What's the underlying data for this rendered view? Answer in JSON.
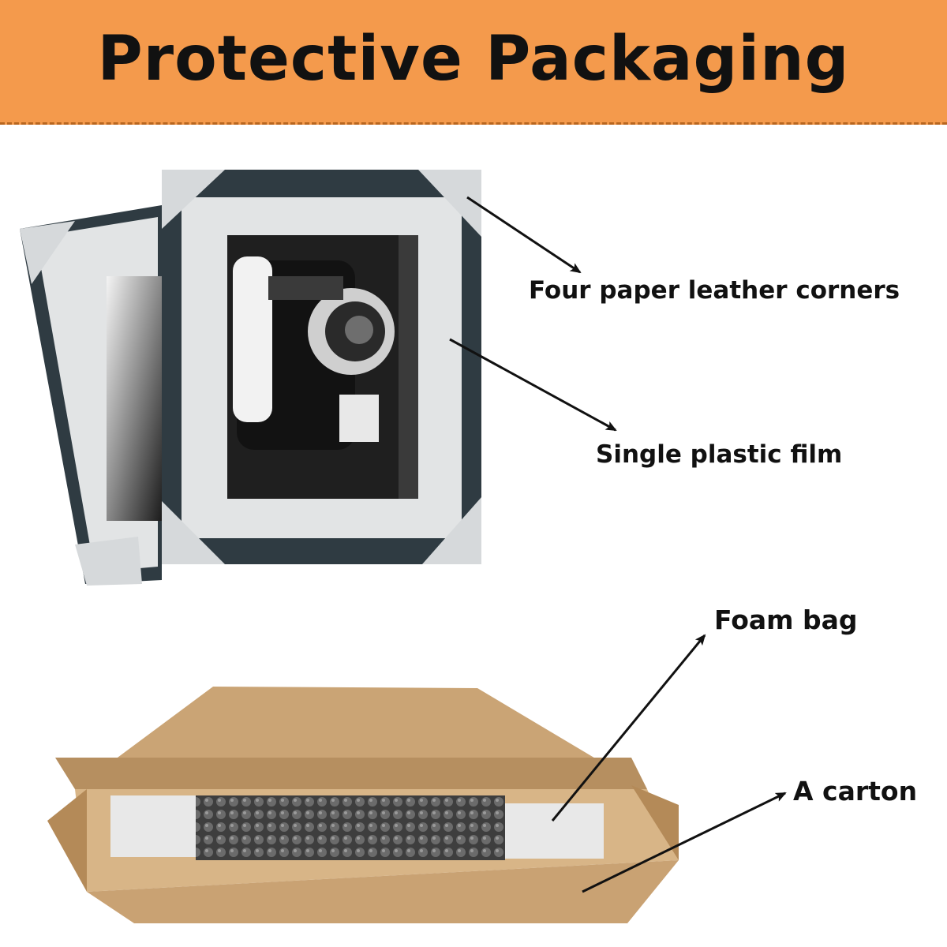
{
  "banner": {
    "title": "Protective Packaging",
    "background_color": "#f49a4c"
  },
  "callouts": {
    "corners": "Four paper leather corners",
    "film": "Single plastic film",
    "foam": "Foam bag",
    "carton": "A carton"
  },
  "colors": {
    "mat": "#e2e4e5",
    "frame": "#2f3b42",
    "cardboard": "#c9a273",
    "foam": "#4a4a4a"
  }
}
